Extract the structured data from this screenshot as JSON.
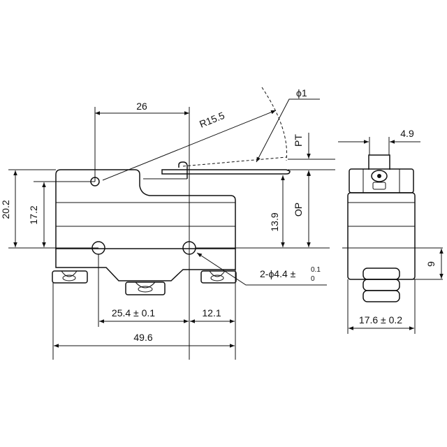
{
  "dimensions": {
    "d26": "26",
    "r15_5": "R15.5",
    "phi1": "ϕ1",
    "pt": "PT",
    "d4_9": "4.9",
    "d20_2": "20.2",
    "d17_2": "17.2",
    "d13_9": "13.9",
    "op": "OP",
    "d9": "9",
    "hole_prefix": "2-ϕ4.4 ±",
    "hole_tol_upper": "0.1",
    "hole_tol_lower": "0",
    "d25_4": "25.4 ± 0.1",
    "d12_1": "12.1",
    "d49_6": "49.6",
    "d17_6": "17.6 ± 0.2"
  }
}
